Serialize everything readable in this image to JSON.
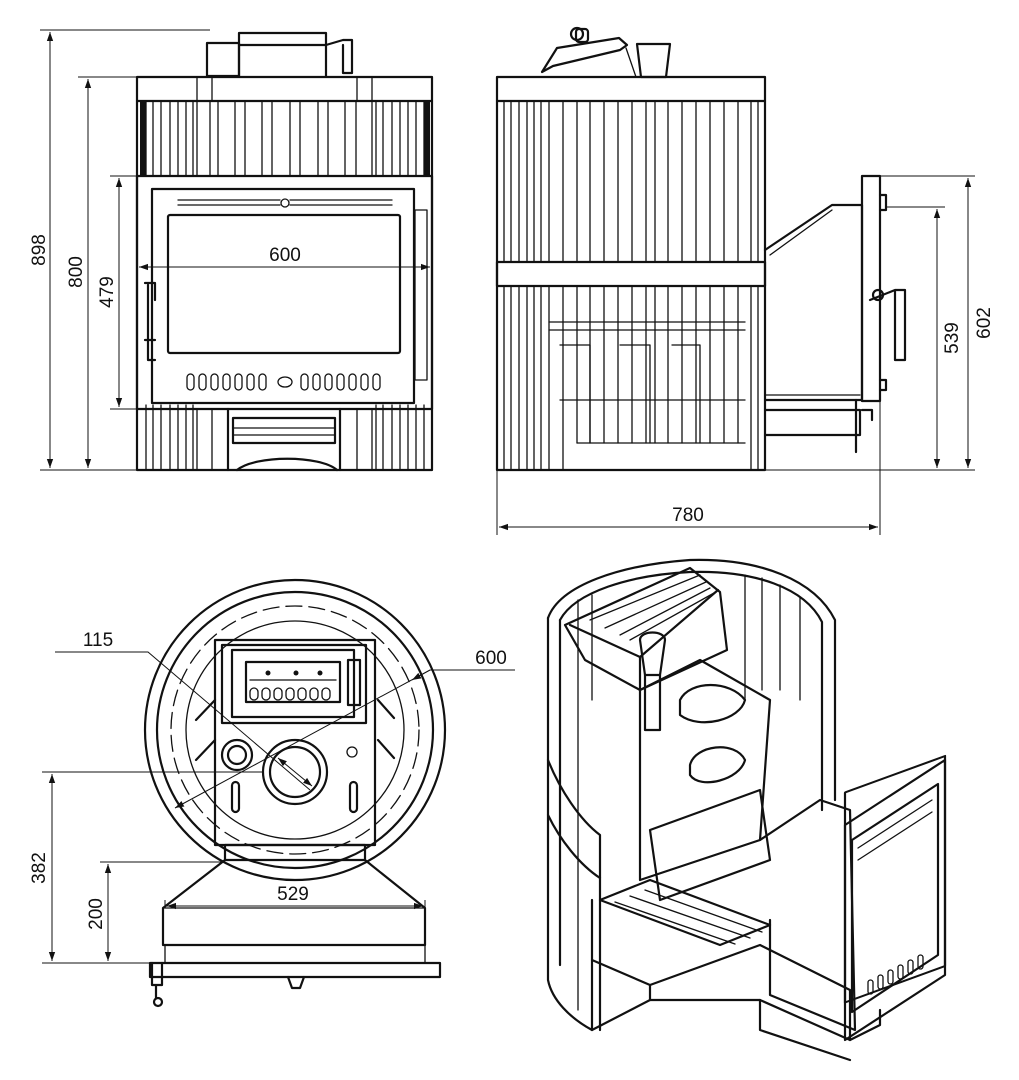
{
  "dimensions": {
    "height_total": "898",
    "height_body": "800",
    "door_height": "479",
    "door_width": "600",
    "depth_total": "780",
    "tunnel_height": "602",
    "tunnel_door_height": "539",
    "flue_diameter": "115",
    "body_diameter": "600",
    "flue_axis_height": "382",
    "base_height": "200",
    "base_width": "529"
  },
  "colors": {
    "line": "#111111",
    "background": "#ffffff"
  }
}
